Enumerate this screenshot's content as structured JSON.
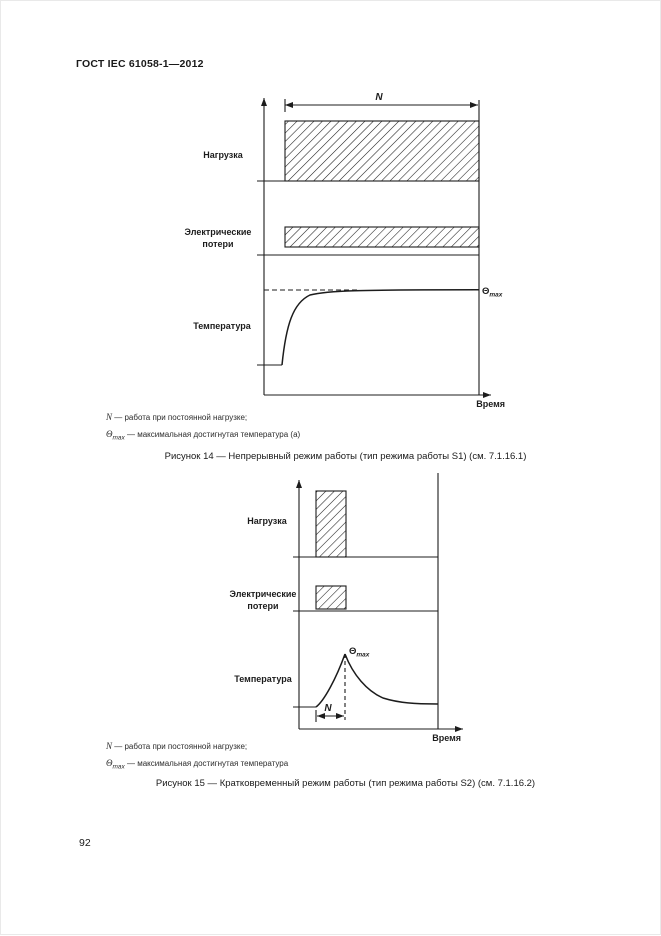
{
  "page": {
    "header": "ГОСТ IEC 61058-1—2012",
    "page_number": "92"
  },
  "figure14": {
    "n": "N",
    "labels": {
      "load": "Нагрузка",
      "losses1": "Электрические",
      "losses2": "потери",
      "temperature": "Температура",
      "time": "Время"
    },
    "theta": {
      "symbol": "Θ",
      "sub": "max"
    },
    "notes": [
      {
        "symbol": "N",
        "sub": "",
        "text": " — работа при постоянной нагрузке;"
      },
      {
        "symbol": "Θ",
        "sub": "max",
        "text": " — максимальная достигнутая температура (а)"
      }
    ],
    "caption": "Рисунок 14 — Непрерывный режим работы (тип режима работы S1) (см. 7.1.16.1)"
  },
  "figure15": {
    "n": "N",
    "labels": {
      "load": "Нагрузка",
      "losses1": "Электрические",
      "losses2": "потери",
      "temperature": "Температура",
      "time": "Время"
    },
    "theta": {
      "symbol": "Θ",
      "sub": "max"
    },
    "notes": [
      {
        "symbol": "N",
        "sub": "",
        "text": " — работа при постоянной нагрузке;"
      },
      {
        "symbol": "Θ",
        "sub": "max",
        "text": " — максимальная достигнутая температура"
      }
    ],
    "caption": "Рисунок 15 — Кратковременный режим работы (тип режима работы S2) (см. 7.1.16.2)"
  }
}
